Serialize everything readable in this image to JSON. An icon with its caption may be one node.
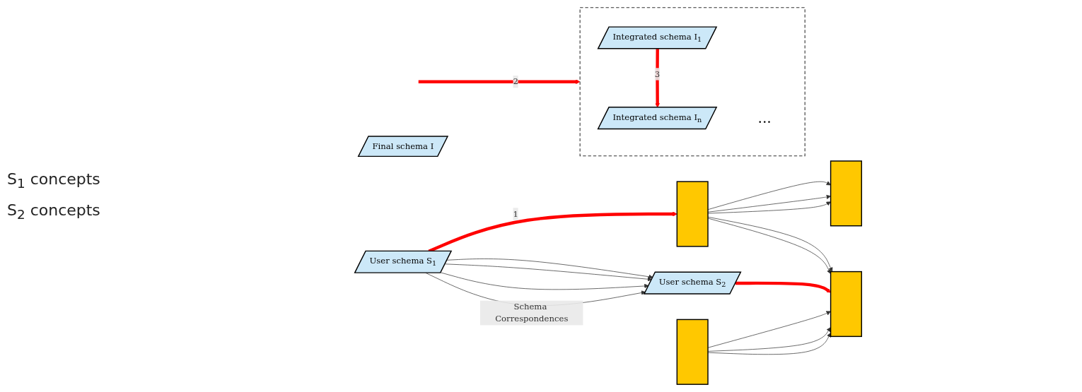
{
  "diagram": {
    "nodes": [
      {
        "text": [
          "User schema S$_{1}$"
        ]
      },
      {
        "text": [
          "User schema S$_{2}$"
        ]
      },
      {
        "text": [],
        "shape": "bar"
      },
      {
        "text": [],
        "shape": "bar"
      },
      {
        "text": [],
        "shape": "bar"
      },
      {
        "text": [],
        "shape": "bar"
      },
      {
        "text": [],
        "shape": "box"
      },
      {
        "text": [
          "Integrated schema I$_{1}$"
        ],
        "in": 6
      },
      {
        "text": [
          "..."
        ],
        "in": 6
      },
      {
        "text": [
          "Integrated schema I$_{n}$"
        ],
        "in": 6
      },
      {
        "text": [
          "Final schema I"
        ]
      }
    ],
    "edges": [
      {
        "from": 0,
        "to": 1,
        "arrow": "to",
        "label": "Schema Correspondences"
      },
      {
        "from": 0,
        "to": 1,
        "arrow": "to"
      },
      {
        "from": 0,
        "to": 1,
        "arrow": "to"
      },
      {
        "from": 0,
        "to": 1,
        "arrow": "to"
      },
      {
        "from": 0,
        "to": 2,
        "arrow": "to",
        "label": "1",
        "style": "thick",
        "color": "#ff0000"
      },
      {
        "from": 1,
        "to": 5,
        "arrow": "to",
        "style": "thick",
        "color": "#ff0000"
      },
      {
        "from": 2,
        "to": 5,
        "arrow": "to"
      },
      {
        "from": 2,
        "to": 5,
        "arrow": "to"
      },
      {
        "from": 2,
        "to": 4,
        "arrow": "to"
      },
      {
        "from": 2,
        "to": 4,
        "arrow": "to"
      },
      {
        "from": 2,
        "to": 4,
        "arrow": "to"
      },
      {
        "from": 3,
        "to": 5,
        "arrow": "to"
      },
      {
        "from": 3,
        "to": 5,
        "arrow": "to"
      },
      {
        "from": 3,
        "to": 5,
        "arrow": "to"
      },
      {
        "from": null,
        "to": 6,
        "arrow": "to",
        "label": "2",
        "style": "thick",
        "color": "#ff0000"
      },
      {
        "from": 7,
        "to": 9,
        "arrow": "to",
        "label": "3",
        "style": "thick",
        "color": "#ff0000"
      }
    ],
    "labels": [
      "S$_{1}$ concepts",
      "S$_{2}$ concepts"
    ]
  }
}
